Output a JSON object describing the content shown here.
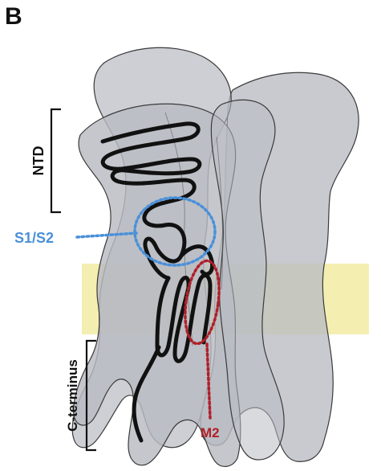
{
  "panel_label": "B",
  "colors": {
    "protein_fill": "#b8bbc2",
    "protein_stroke": "#3a3a3a",
    "membrane": "#f4efb0",
    "backbone": "#111111",
    "s1s2": "#4a90d9",
    "m2": "#b0202a",
    "bracket": "#111111"
  },
  "labels": {
    "ntd": "NTD",
    "s1s2": "S1/S2",
    "m2": "M2",
    "cterm": "C-terminus"
  },
  "icons": {
    "protein": "receptor-silhouette",
    "chain": "polypeptide-backbone"
  }
}
